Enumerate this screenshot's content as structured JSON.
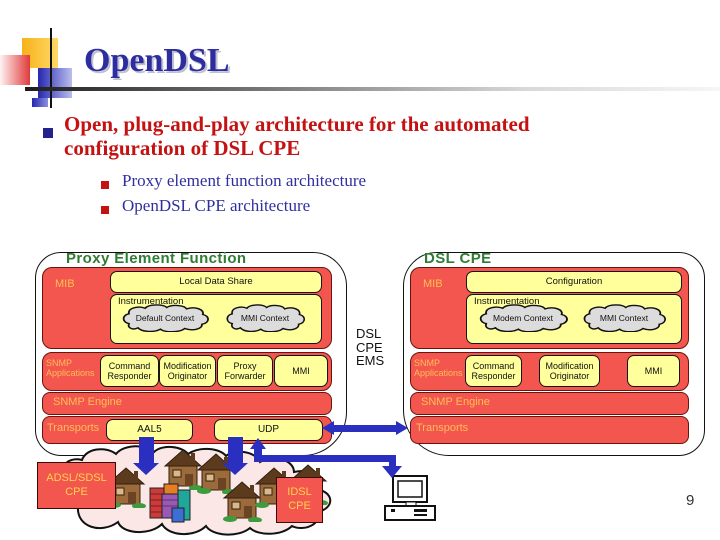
{
  "slide": {
    "title": "OpenDSL",
    "page_number": "9"
  },
  "bullets": {
    "main": "Open, plug-and-play architecture for the automated configuration of DSL CPE",
    "sub": [
      "Proxy element function architecture",
      "OpenDSL CPE architecture"
    ]
  },
  "proxy_panel": {
    "title": "Proxy Element Function",
    "mib_label": "MIB",
    "local_data_share": "Local Data Share",
    "instrumentation_label": "Instrumentation",
    "clouds": [
      "Default Context",
      "MMI Context"
    ],
    "snmp_apps_label": "SNMP Applications",
    "snmp_apps_boxes": [
      "Command Responder",
      "Modification Originator",
      "Proxy Forwarder",
      "MMI"
    ],
    "snmp_engine_label": "SNMP Engine",
    "transports_label": "Transports",
    "transport_boxes": [
      "AAL5",
      "UDP"
    ]
  },
  "cpe_panel": {
    "title": "DSL CPE",
    "mib_label": "MIB",
    "configuration": "Configuration",
    "instrumentation_label": "Instrumentation",
    "clouds": [
      "Modem Context",
      "MMI Context"
    ],
    "snmp_apps_label": "SNMP Applications",
    "snmp_apps_boxes": [
      "Command Responder",
      "Modification Originator",
      "MMI"
    ],
    "snmp_engine_label": "SNMP Engine",
    "transports_label": "Transports"
  },
  "middle": {
    "ems_label": "DSL CPE EMS"
  },
  "bottom": {
    "left_cpe_label": "ADSL/SDSL CPE",
    "right_cpe_label": "IDSL CPE"
  },
  "colors": {
    "red_box": "#F2564E",
    "yellow_box": "#FFFF9C",
    "label_orange": "#FFBE55",
    "arrow_blue": "#2B2FC0",
    "title_navy": "#2D2D9F",
    "bullet_red": "#C41212",
    "panel_title_green": "#2E7D32",
    "context_cloud_gray": "#DCDCDC",
    "network_cloud_pink": "#FBE8E6"
  }
}
